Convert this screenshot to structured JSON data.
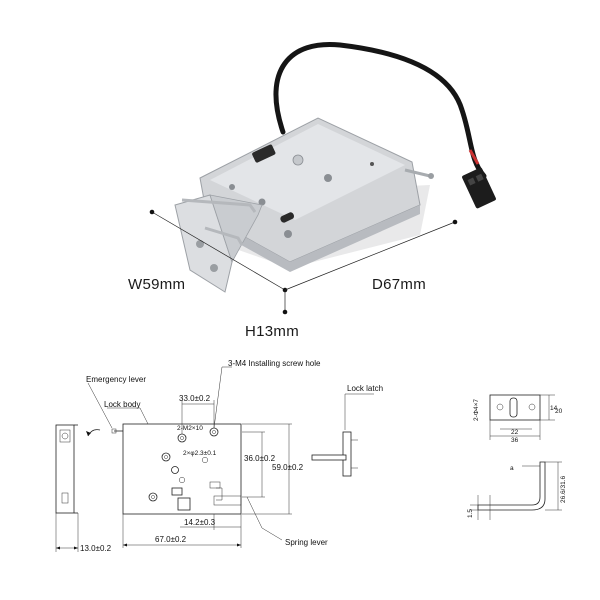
{
  "photo": {
    "width_label": "W59mm",
    "depth_label": "D67mm",
    "height_label": "H13mm"
  },
  "drawing": {
    "left": {
      "emergency_lever": "Emergency lever",
      "lock_body": "Lock body",
      "dim_thickness": "13.0±0.2"
    },
    "front": {
      "screw_hole": "3-M4 Installing screw hole",
      "dim_33": "33.0±0.2",
      "dim_36": "36.0±0.2",
      "dim_59": "59.0±0.2",
      "dim_142": "14.2±0.3",
      "dim_67": "67.0±0.2",
      "spring_lever": "Spring lever",
      "small_a": "2-M2×10",
      "small_b": "2×φ2.3±0.1"
    },
    "latch": {
      "lock_latch": "Lock latch"
    },
    "bracket": {
      "hole": "2-Φ4×7",
      "dim_14": "14",
      "dim_20": "20",
      "dim_22": "22",
      "dim_36": "36",
      "dim_a": "a",
      "dim_15": "1.5",
      "dim_side": "26.6/31.6"
    }
  }
}
